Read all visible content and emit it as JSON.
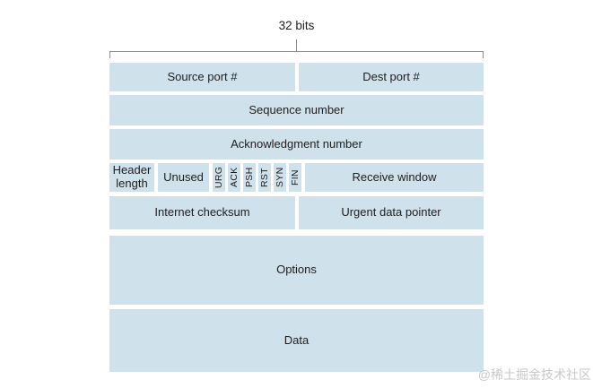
{
  "figure": {
    "width_label": "32 bits"
  },
  "fields": {
    "source_port": "Source port #",
    "dest_port": "Dest port #",
    "sequence_number": "Sequence number",
    "ack_number": "Acknowledgment number",
    "header_length": "Header length",
    "unused": "Unused",
    "flags": [
      "URG",
      "ACK",
      "PSH",
      "RST",
      "SYN",
      "FIN"
    ],
    "receive_window": "Receive window",
    "checksum": "Internet checksum",
    "urgent_pointer": "Urgent data pointer",
    "options": "Options",
    "data": "Data"
  },
  "colors": {
    "cell_fill": "#cfe1eb",
    "text": "#1e1e1e",
    "bracket": "#8e8e8e",
    "watermark": "#c6c8ca"
  },
  "watermark": "@稀土掘金技术社区"
}
